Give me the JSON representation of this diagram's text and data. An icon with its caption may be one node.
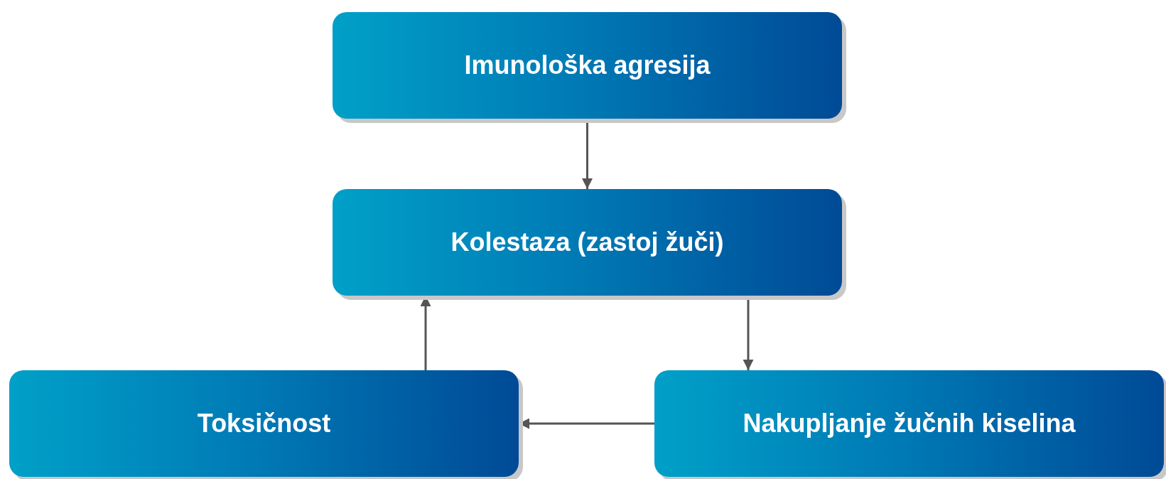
{
  "diagram": {
    "nodes": [
      {
        "text": [
          "Imunološka agresija"
        ]
      },
      {
        "text": [
          "Kolestaza (zastoj žuči)"
        ]
      },
      {
        "text": [
          "Toksičnost"
        ]
      },
      {
        "text": [
          "Nakupljanje žučnih kiselina"
        ]
      }
    ],
    "edges": [
      {
        "from": 0,
        "to": 1,
        "arrow": "to"
      },
      {
        "from": 1,
        "to": 3,
        "arrow": "to"
      },
      {
        "from": 3,
        "to": 2,
        "arrow": "to"
      },
      {
        "from": 2,
        "to": 1,
        "arrow": "to"
      }
    ]
  }
}
